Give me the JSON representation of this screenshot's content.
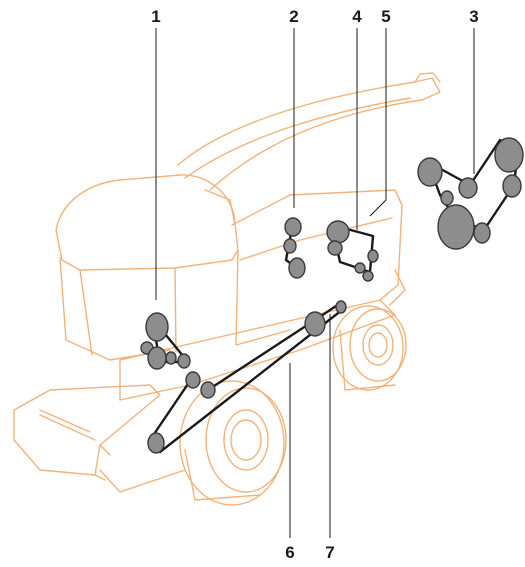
{
  "diagram": {
    "callouts": [
      {
        "id": "1",
        "label": "1"
      },
      {
        "id": "2",
        "label": "2"
      },
      {
        "id": "3",
        "label": "3"
      },
      {
        "id": "4",
        "label": "4"
      },
      {
        "id": "5",
        "label": "5"
      },
      {
        "id": "6",
        "label": "6"
      },
      {
        "id": "7",
        "label": "7"
      }
    ],
    "colors": {
      "machine_outline": "#f2b37a",
      "pulley_fill": "#8d8d8d",
      "pulley_stroke": "#3a3a3a",
      "belt": "#1a1a1a",
      "leader_line": "#1a1a1a",
      "label_text": "#1a1a1a"
    },
    "icons": [
      "forage-harvester-outline",
      "belt-drive-pulley"
    ]
  }
}
